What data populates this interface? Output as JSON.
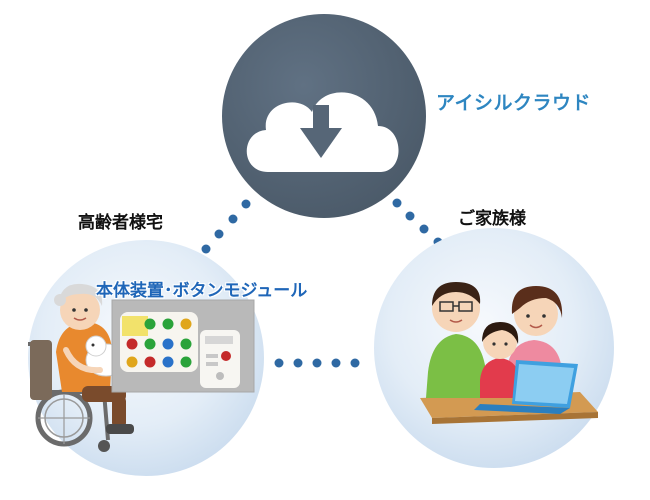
{
  "cloud": {
    "label": "アイシルクラウド",
    "icon": "cloud-download-icon"
  },
  "home": {
    "label": "高齢者様宅"
  },
  "device": {
    "label": "本体装置･ボタンモジュール"
  },
  "family": {
    "label": "ご家族様"
  },
  "colors": {
    "cloud_circle": "#566677",
    "dots": "#2f69a3",
    "cloud_label": "#2e86c1",
    "device_label": "#1f66b8",
    "bubble_light": "#f1f6fb",
    "bubble_dark": "#cfe0f0"
  }
}
